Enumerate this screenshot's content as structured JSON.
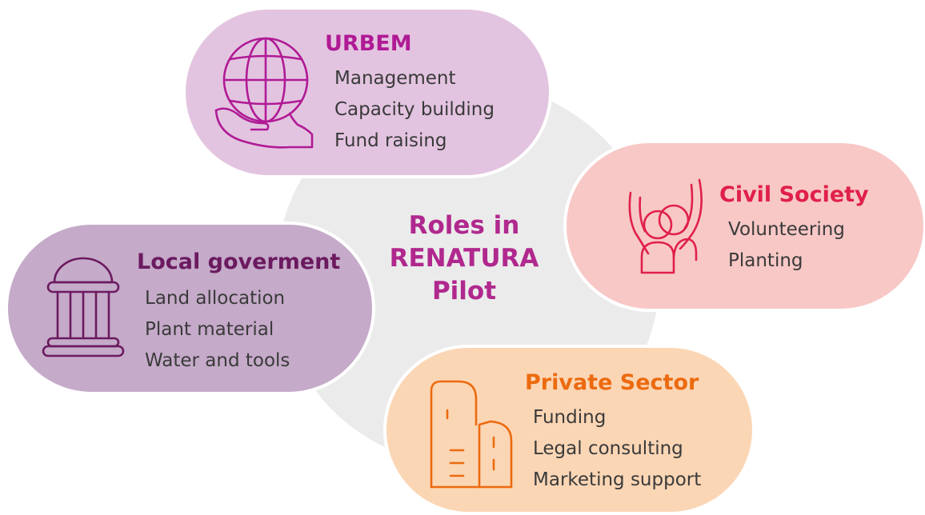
{
  "center": {
    "lines": [
      "Roles in",
      "RENATURA",
      "Pilot"
    ]
  },
  "colors": {
    "center_text": "#b0288e",
    "hub": "#ebebeb",
    "urbem_fill": "#e3c4e0",
    "urbem_accent": "#b01a95",
    "civil_fill": "#f7c8c6",
    "civil_accent": "#e0204a",
    "local_fill": "#c5aac9",
    "local_accent": "#6b1a5f",
    "private_fill": "#fbd6b5",
    "private_accent": "#ec6a0f"
  },
  "roles": {
    "urbem": {
      "title": "URBEM",
      "icon": "globe-in-hand-icon",
      "items": [
        "Management",
        "Capacity building",
        "Fund raising"
      ]
    },
    "civil": {
      "title": "Civil Society",
      "icon": "people-raising-arms-icon",
      "items": [
        "Volunteering",
        "Planting"
      ]
    },
    "local": {
      "title": "Local goverment",
      "icon": "government-building-icon",
      "items": [
        "Land allocation",
        "Plant material",
        "Water and tools"
      ]
    },
    "private": {
      "title": "Private Sector",
      "icon": "office-buildings-icon",
      "items": [
        "Funding",
        "Legal consulting",
        "Marketing support"
      ]
    }
  }
}
